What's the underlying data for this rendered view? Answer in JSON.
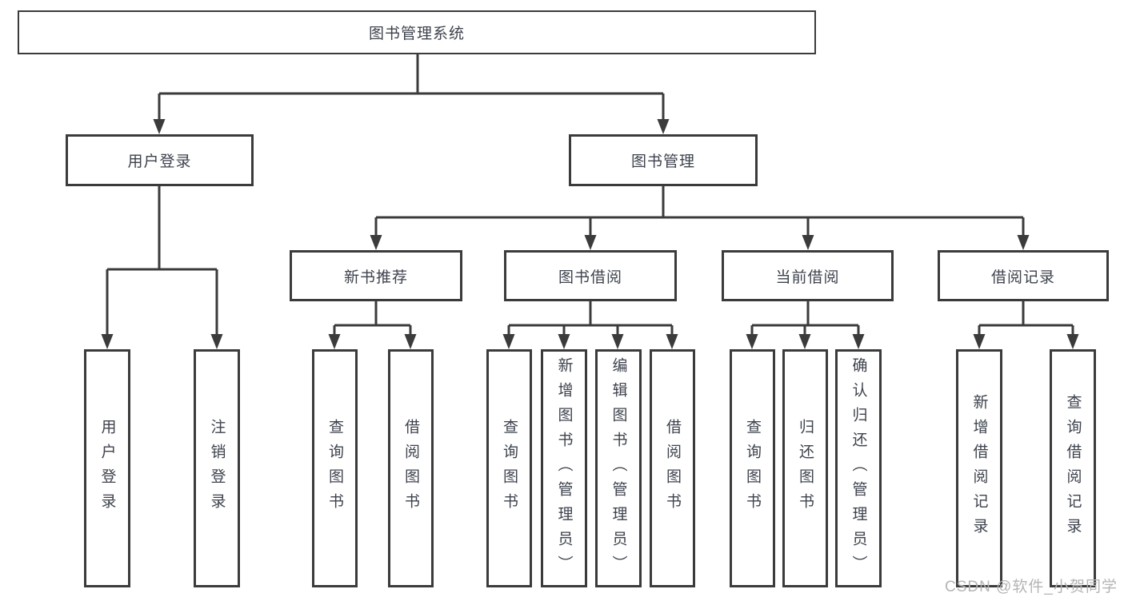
{
  "diagram": {
    "root": {
      "label": "图书管理系统"
    },
    "level2": [
      {
        "label": "用户登录"
      },
      {
        "label": "图书管理"
      }
    ],
    "level3": [
      {
        "label": "新书推荐"
      },
      {
        "label": "图书借阅"
      },
      {
        "label": "当前借阅"
      },
      {
        "label": "借阅记录"
      }
    ],
    "leaves": {
      "user_login": [
        {
          "label": "用户登录"
        },
        {
          "label": "注销登录"
        }
      ],
      "new_book": [
        {
          "label": "查询图书"
        },
        {
          "label": "借阅图书"
        }
      ],
      "book_borrow": [
        {
          "label": "查询图书"
        },
        {
          "label": "新增图书（管理员）"
        },
        {
          "label": "编辑图书（管理员）"
        },
        {
          "label": "借阅图书"
        }
      ],
      "current_borrow": [
        {
          "label": "查询图书"
        },
        {
          "label": "归还图书"
        },
        {
          "label": "确认归还（管理员）"
        }
      ],
      "borrow_records": [
        {
          "label": "新增借阅记录"
        },
        {
          "label": "查询借阅记录"
        }
      ]
    }
  },
  "watermark": {
    "text": "CSDN @软件_小贺同学"
  },
  "colors": {
    "line": "#3b3b3b",
    "node_text": "#3d424c",
    "watermark": "#b4b4b4",
    "background": "#ffffff"
  }
}
